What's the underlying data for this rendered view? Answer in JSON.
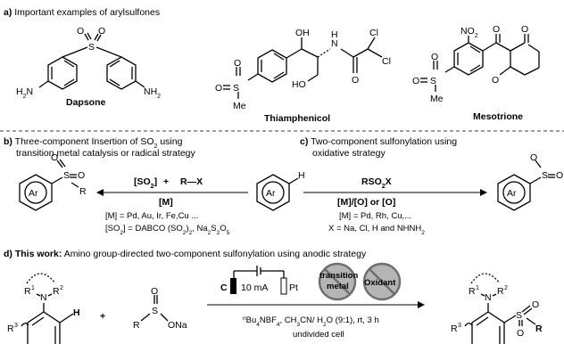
{
  "section_a": {
    "label": "a)",
    "title": "Important examples of arylsulfones",
    "compounds": [
      "Dapsone",
      "Thiamphenicol",
      "Mesotrione"
    ]
  },
  "section_b": {
    "label": "b)",
    "title_line1": "Three-component Insertion of SO",
    "title_line1_sub": "2",
    "title_line1_end": " using",
    "title_line2": "transition metal catalysis or radical strategy",
    "reagent_top": "[SO",
    "reagent_top_sub": "2",
    "reagent_top_end": "]",
    "plus": "+",
    "rx": "R—X",
    "catalyst": "[M]",
    "note1": "[M] = Pd, Au, Ir, Fe,Cu ...",
    "note2_a": "[SO",
    "note2_b": "2",
    "note2_c": "] = DABCO (SO",
    "note2_d": "2",
    "note2_e": ")",
    "note2_f": "2",
    "note2_g": ", Na",
    "note2_h": "2",
    "note2_i": "S",
    "note2_j": "2",
    "note2_k": "O",
    "note2_l": "5"
  },
  "section_c": {
    "label": "c)",
    "title_line1": "Two-component sulfonylation using",
    "title_line2": "oxidative strategy",
    "reagent_a": "RSO",
    "reagent_b": "2",
    "reagent_c": "X",
    "catalyst": "[M]/[O] or [O]",
    "note1": "[M] = Pd, Rh, Cu,...",
    "note2_a": "X = Na, Cl, H and NHNH",
    "note2_b": "2"
  },
  "section_d": {
    "label": "d)",
    "title_bold": "This work:",
    "title_rest": " Amino group-directed two-component sulfonylation using anodic strategy",
    "plus": "+",
    "electrode_c": "C",
    "current": "10 mA",
    "electrode_pt": "Pt",
    "no_metal_line1": "transition",
    "no_metal_line2": "metal",
    "no_oxidant": "Oxidant",
    "cond_a": "n",
    "cond_b": "Bu",
    "cond_c": "4",
    "cond_d": "NBF",
    "cond_e": "4",
    "cond_f": ", CH",
    "cond_g": "3",
    "cond_h": "CN/ H",
    "cond_i": "2",
    "cond_j": "O (9:1), rt, 3 h",
    "cond2": "undivided cell"
  },
  "atoms": {
    "ar": "Ar",
    "h": "H",
    "s": "S",
    "o": "O",
    "r": "R",
    "n": "N",
    "na": "Na",
    "me": "Me",
    "oh": "OH",
    "ho": "HO",
    "cl": "Cl",
    "no2_a": "NO",
    "no2_b": "2",
    "nh2_a": "NH",
    "nh2_b": "2",
    "h2n_a": "H",
    "h2n_b": "2",
    "h2n_c": "N",
    "ona": "ONa",
    "r1": "R",
    "r1_sup": "1",
    "r2": "R",
    "r2_sup": "2",
    "r3": "R",
    "r3_sup": "3"
  }
}
